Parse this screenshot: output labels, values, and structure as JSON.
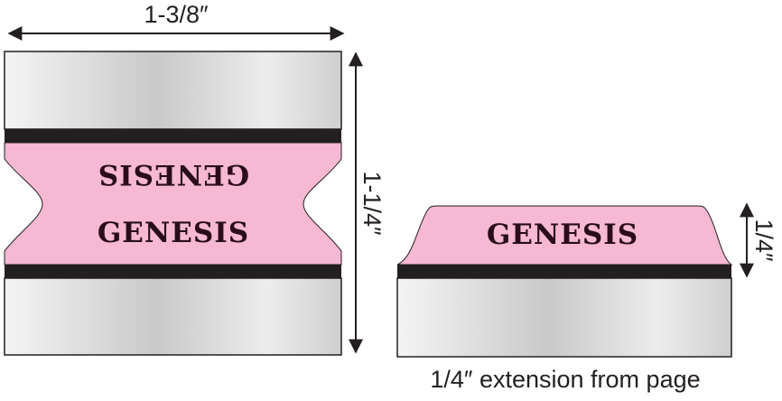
{
  "dimensions": {
    "width_label": "1-3/8″",
    "height_label": "1-1/4″",
    "tab_height_label": "1/4″",
    "extension_caption": "1/4″ extension from page"
  },
  "tab_text": {
    "flipped": "GENESIS",
    "upright": "GENESIS",
    "side_tab": "GENESIS"
  },
  "colors": {
    "pink": "#f6b8d2",
    "band": "#231f20",
    "text": "#2a0d18"
  }
}
